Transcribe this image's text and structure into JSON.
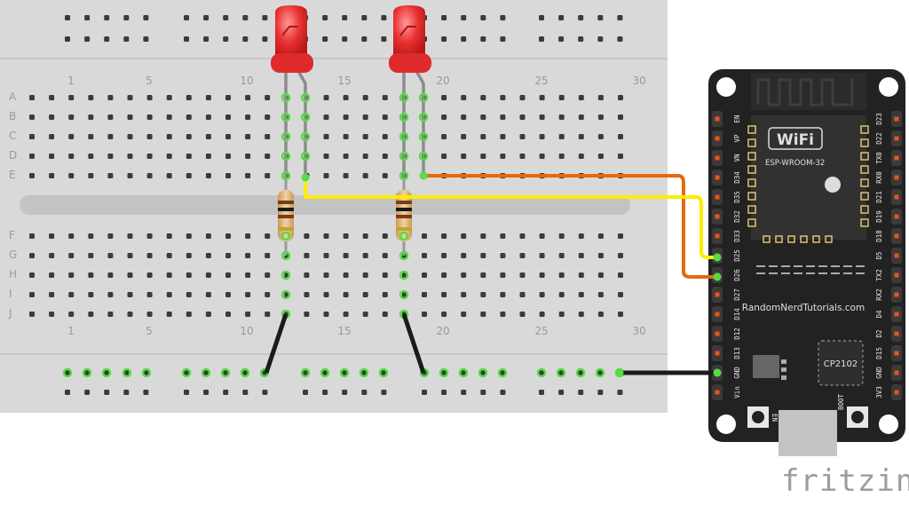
{
  "breadboard": {
    "column_labels": [
      "1",
      "5",
      "10",
      "15",
      "20",
      "25",
      "30"
    ],
    "column_label_values": [
      1,
      5,
      10,
      15,
      20,
      25,
      30
    ],
    "row_labels_top": [
      "A",
      "B",
      "C",
      "D",
      "E"
    ],
    "row_labels_bottom": [
      "F",
      "G",
      "H",
      "I",
      "J"
    ]
  },
  "esp32": {
    "wifi_logo": "WiFi",
    "module_label": "ESP-WROOM-32",
    "brand_text": "RandomNerdTutorials.com",
    "chip_label": "CP2102",
    "left_pins": [
      "EN",
      "VP",
      "VN",
      "D34",
      "D35",
      "D32",
      "D33",
      "D25",
      "D26",
      "D27",
      "D14",
      "D12",
      "D13",
      "GND",
      "Vin"
    ],
    "right_pins": [
      "D23",
      "D22",
      "TX0",
      "RX0",
      "D21",
      "D19",
      "D18",
      "D5",
      "TX2",
      "RX2",
      "D4",
      "D2",
      "D15",
      "GND",
      "3V3"
    ],
    "button_labels": [
      "EN",
      "BOOT"
    ]
  },
  "logo": {
    "text": "fritzing"
  },
  "colors": {
    "breadboard": "#d9d9d9",
    "board": "#222222",
    "wire_yellow": "#ffec00",
    "wire_orange": "#e8690c",
    "wire_black": "#1b1b1b",
    "led": "#e32b2b",
    "highlight": "#55dd44"
  }
}
